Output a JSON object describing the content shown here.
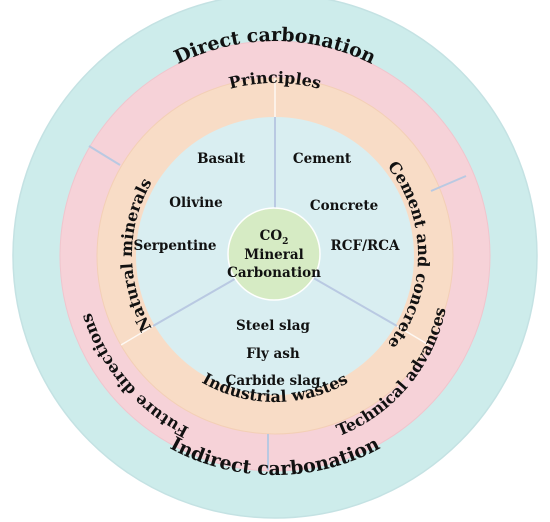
{
  "outer_ring": {
    "top_label": "Direct carbonation",
    "bottom_label": "Indirect carbonation"
  },
  "middle_ring": {
    "top_label": "Principles",
    "left_label": "Future directions",
    "right_label": "Technical advances"
  },
  "inner_ring": {
    "left_label": "Natural minerals",
    "right_label": "Cement and concrete",
    "bottom_label": "Industrial wastes"
  },
  "sectors": {
    "natural_minerals": [
      "Basalt",
      "Olivine",
      "Serpentine"
    ],
    "cement_concrete": [
      "Cement",
      "Concrete",
      "RCF/RCA"
    ],
    "industrial_wastes": [
      "Steel slag",
      "Fly ash",
      "Carbide slag"
    ]
  },
  "center": {
    "co2_base": "CO",
    "co2_sub": "2",
    "line1": "Mineral",
    "line2": "Carbonation"
  },
  "colors": {
    "outer_ring": "#cdeceb",
    "middle_ring": "#f6d2d8",
    "inner_ring": "#f8dcc6",
    "core": "#d9eef1",
    "center_circle": "#d6ebc4",
    "divider": "#b9c9e2"
  }
}
